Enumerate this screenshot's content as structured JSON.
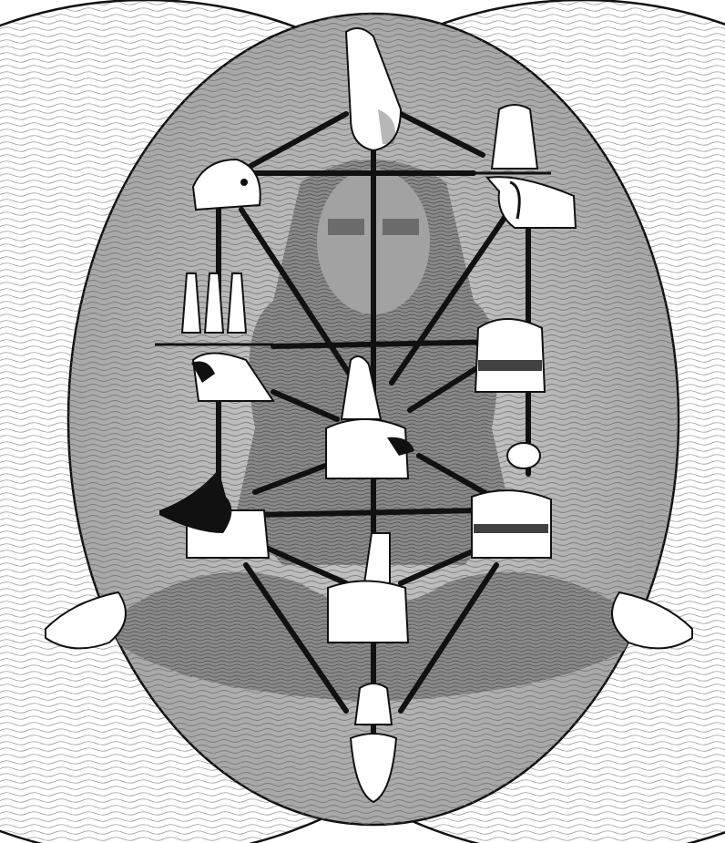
{
  "figure": {
    "subject": "tree-of-life-egyptian-deities",
    "colors": {
      "background": "#ffffff",
      "ink": "#111111",
      "hatch": "#6b6b6b",
      "figure_shade": "#8a8a8a",
      "inner_glow": "#b9b9b9",
      "head_fill": "#ffffff"
    }
  },
  "nodes": [
    {
      "id": "crown",
      "icon": "white-crown-head"
    },
    {
      "id": "left-upper",
      "icon": "falcon-head"
    },
    {
      "id": "right-upper",
      "icon": "vulture-crown-deity"
    },
    {
      "id": "left-middle",
      "icon": "triple-crown-deity"
    },
    {
      "id": "right-middle",
      "icon": "headdress-deity"
    },
    {
      "id": "left-falcon",
      "icon": "falcon-headdress"
    },
    {
      "id": "center",
      "icon": "horus-double-crown"
    },
    {
      "id": "left-lower",
      "icon": "anubis-jackal-head"
    },
    {
      "id": "right-lower",
      "icon": "solar-disk-deity"
    },
    {
      "id": "foundation",
      "icon": "crowned-deity"
    },
    {
      "id": "base",
      "icon": "inverted-crowned-head"
    }
  ]
}
